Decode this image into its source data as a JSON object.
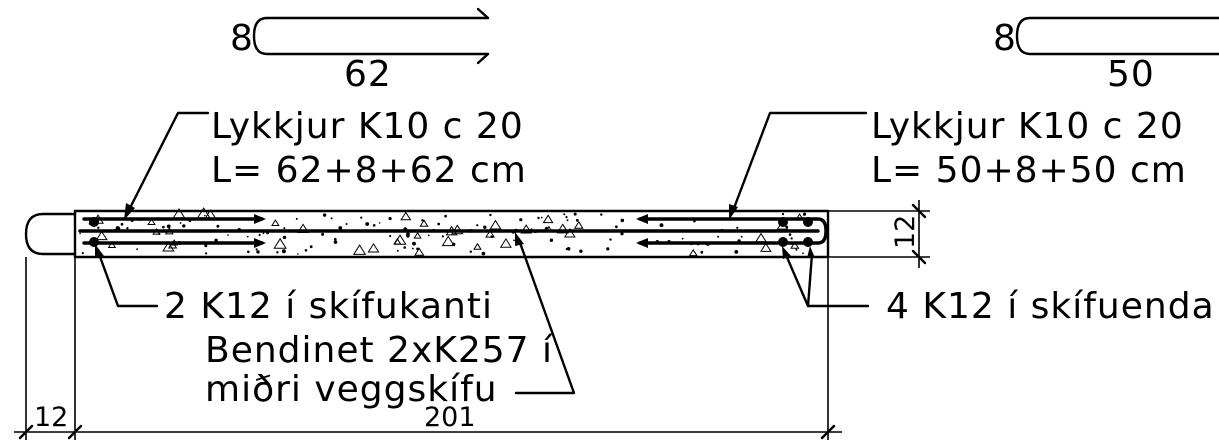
{
  "loop_left": {
    "hook": "8",
    "length": "62"
  },
  "loop_right": {
    "hook": "8",
    "length": "50"
  },
  "callout_left": {
    "line1": "Lykkjur K10 c 20",
    "line2": "L= 62+8+62 cm"
  },
  "callout_right": {
    "line1": "Lykkjur K10 c 20",
    "line2": "L= 50+8+50 cm"
  },
  "bars_edge": "2 K12 í skífukanti",
  "bars_end": "4 K12 í skífuenda",
  "mesh_line1": "Bendinet 2xK257 í",
  "mesh_line2": "miðri veggskífu",
  "dim_thickness": "12",
  "dim_offset": "12",
  "dim_width": "201"
}
